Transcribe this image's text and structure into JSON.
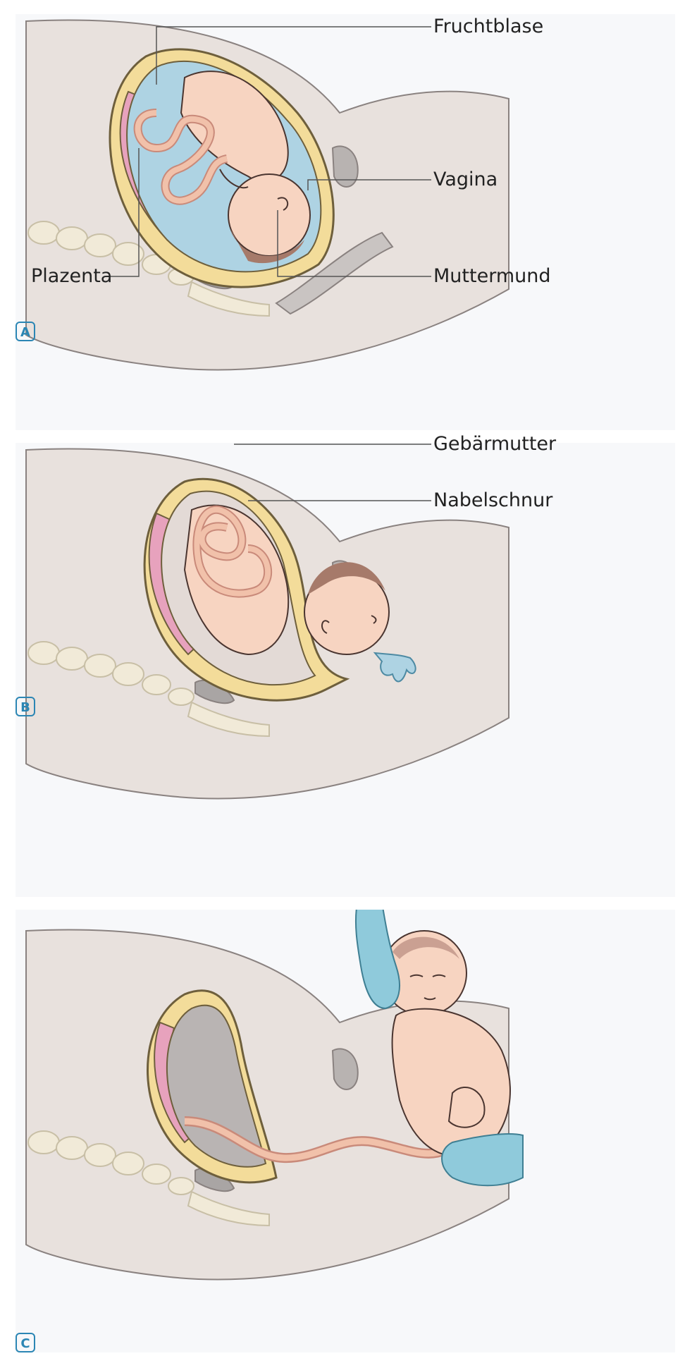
{
  "panels": [
    {
      "badge": "A",
      "labels": {
        "fruchtblase": "Fruchtblase",
        "vagina": "Vagina",
        "plazenta": "Plazenta",
        "muttermund": "Muttermund"
      }
    },
    {
      "badge": "B",
      "labels": {
        "gebaermutter": "Gebärmutter",
        "nabelschnur": "Nabelschnur"
      }
    },
    {
      "badge": "C"
    }
  ],
  "colors": {
    "body": "#e8e1dd",
    "body_outline": "#8a8280",
    "uterus_wall": "#f3dc9a",
    "uterus_outline": "#6e5f3c",
    "placenta": "#e7a2bd",
    "amniotic_fluid": "#aed3e3",
    "skin": "#f7d4c1",
    "skin_outline": "#4a3530",
    "hair": "#a67a6a",
    "cord": "#f1c1aa",
    "spine": "#f1ead8",
    "organ_grey": "#a9a5a4",
    "glove": "#8fcadb",
    "badge_blue": "#2b86b4"
  }
}
